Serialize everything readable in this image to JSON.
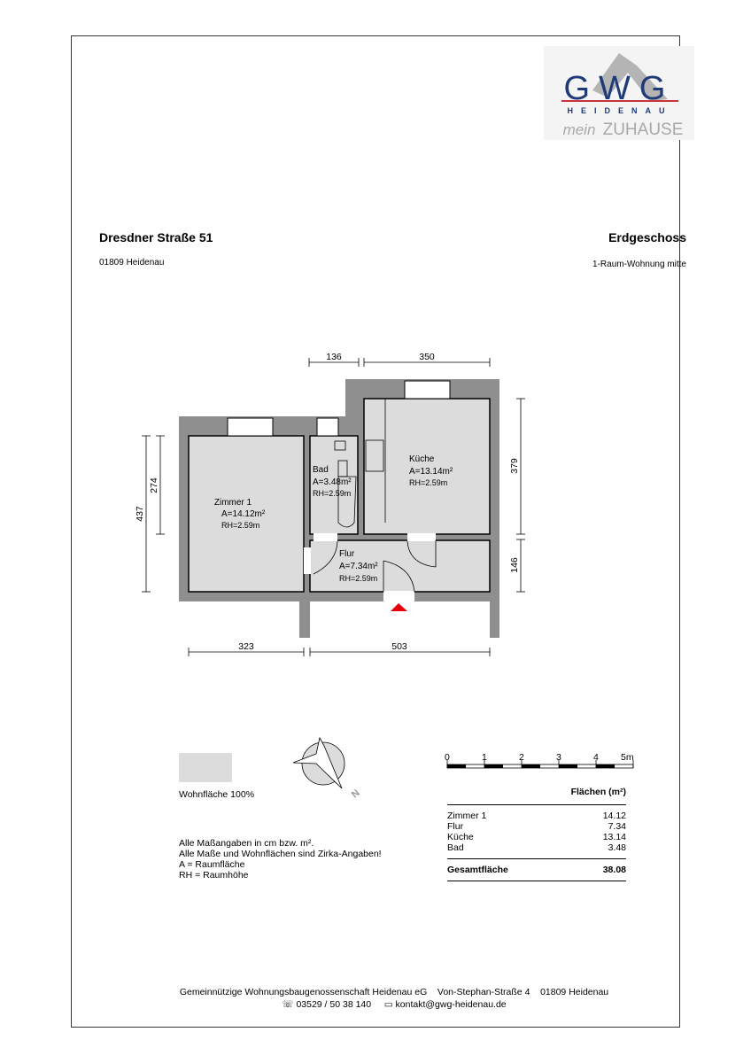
{
  "logo": {
    "brand": "GWG",
    "city": "HEIDENAU",
    "slogan_script": "mein",
    "slogan": "ZUHAUSE",
    "colors": {
      "blue": "#1f3a78",
      "red": "#c8323c",
      "gray": "#a8a8a8"
    }
  },
  "header": {
    "address": "Dresdner Straße 51",
    "floor": "Erdgeschoss",
    "city": "01809 Heidenau",
    "unit": "1-Raum-Wohnung mitte"
  },
  "plan": {
    "rooms": [
      {
        "name": "Zimmer 1",
        "area": "A=14.12m²",
        "height": "RH=2.59m"
      },
      {
        "name": "Bad",
        "area": "A=3.48m²",
        "height": "RH=2.59m"
      },
      {
        "name": "Küche",
        "area": "A=13.14m²",
        "height": "RH=2.59m"
      },
      {
        "name": "Flur",
        "area": "A=7.34m²",
        "height": "RH=2.59m"
      }
    ],
    "dimensions": {
      "top_bad": "136",
      "top_kitchen": "350",
      "left_total": "437",
      "left_window": "274",
      "right_kitchen": "379",
      "right_flur": "146",
      "bottom_left": "323",
      "bottom_right": "503"
    },
    "colors": {
      "wall": "#8f8f8f",
      "floor": "#dcdcdc",
      "entrance": "#e8000b"
    }
  },
  "legend": {
    "swatch_label": "Wohnfläche 100%",
    "north": "N",
    "notes": [
      "Alle Maßangaben in cm bzw. m².",
      "Alle Maße und Wohnflächen sind Zirka-Angaben!",
      "A = Raumfläche",
      "RH = Raumhöhe"
    ]
  },
  "scale": {
    "ticks": [
      "0",
      "1",
      "2",
      "3",
      "4",
      "5m"
    ]
  },
  "areas": {
    "header": "Flächen (m²)",
    "rows": [
      {
        "room": "Zimmer 1",
        "value": "14.12"
      },
      {
        "room": "Flur",
        "value": "7.34"
      },
      {
        "room": "Küche",
        "value": "13.14"
      },
      {
        "room": "Bad",
        "value": "3.48"
      }
    ],
    "total_label": "Gesamtfläche",
    "total_value": "38.08"
  },
  "footer": {
    "company": "Gemeinnützige Wohnungsbaugenossenschaft Heidenau eG",
    "street": "Von-Stephan-Straße 4",
    "city": "01809 Heidenau",
    "phone": "03529 / 50 38 140",
    "email": "kontakt@gwg-heidenau.de"
  }
}
